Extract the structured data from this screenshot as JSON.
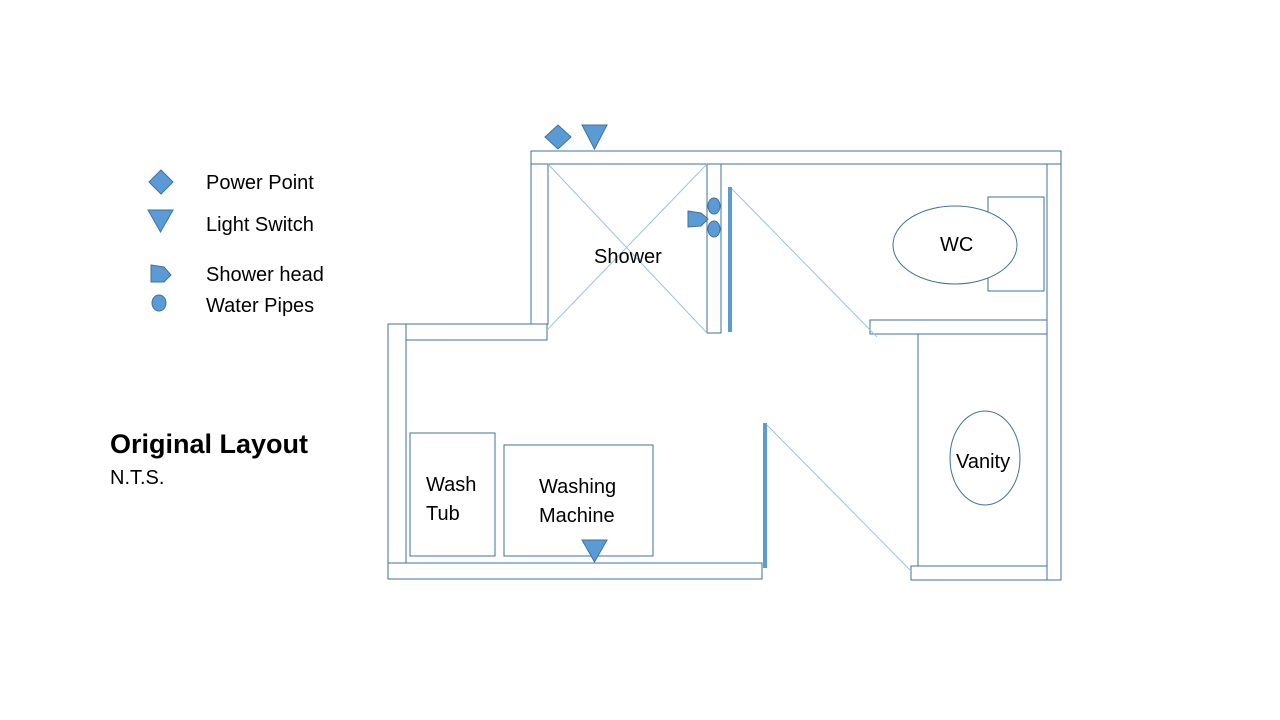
{
  "legend": {
    "power_point": "Power Point",
    "light_switch": "Light Switch",
    "shower_head": "Shower head",
    "water_pipes": "Water Pipes"
  },
  "title": {
    "main": "Original Layout",
    "scale": "N.T.S."
  },
  "rooms": {
    "shower": "Shower",
    "wc": "WC",
    "vanity": "Vanity",
    "wash_tub_line1": "Wash",
    "wash_tub_line2": "Tub",
    "washing_machine_line1": "Washing",
    "washing_machine_line2": "Machine"
  },
  "colors": {
    "symbol_fill": "#5b9bd5",
    "wall_stroke": "#41719c",
    "door_line": "#5b9bd5",
    "swing_line": "#9dc3e6"
  }
}
